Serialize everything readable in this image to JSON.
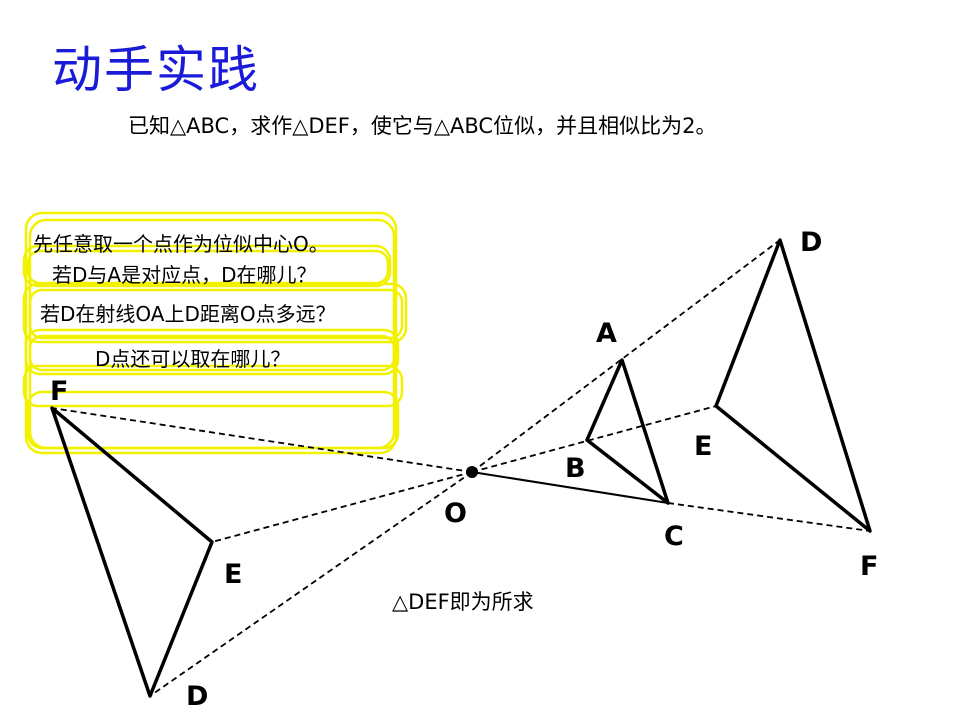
{
  "title": "动手实践",
  "problem": "已知△ABC，求作△DEF，使它与△ABC位似，并且相似比为2。",
  "hints": [
    "先任意取一个点作为位似中心O。",
    "若D与A是对应点，D在哪儿？",
    "若D在射线OA上D距离O点多远？",
    "D点还可以取在哪儿？"
  ],
  "caption": "△DEF即为所求",
  "labels": {
    "O": "O",
    "A": "A",
    "B": "B",
    "C": "C",
    "D_right": "D",
    "E_right": "E",
    "F_right": "F",
    "D_left": "D",
    "E_left": "E",
    "F_left": "F"
  },
  "colors": {
    "title": "#1a1ad9",
    "callout_border": "#f0f000",
    "lines": "#000000"
  }
}
